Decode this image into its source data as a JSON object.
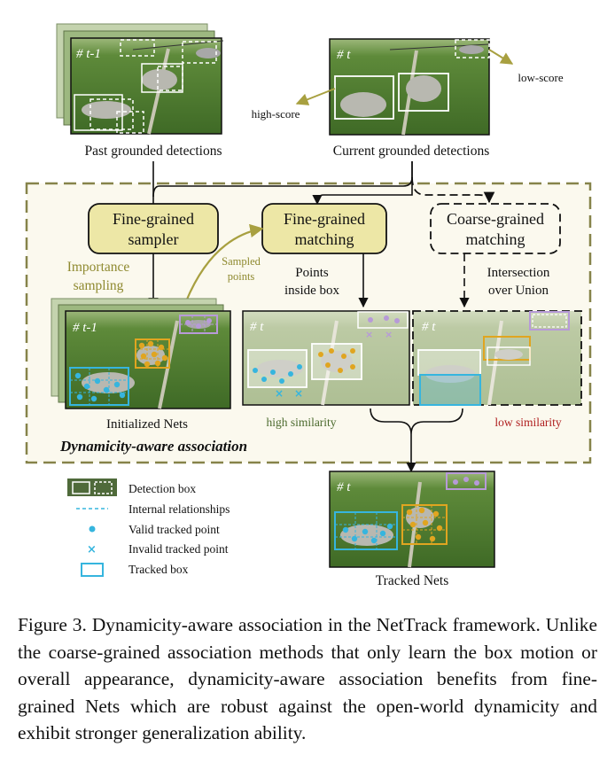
{
  "frames": {
    "past_label": "# t-1",
    "current_label": "# t",
    "init_label": "# t-1",
    "match_label": "# t",
    "coarse_label": "# t",
    "tracked_label": "# t"
  },
  "labels": {
    "past_detections": "Past grounded detections",
    "current_detections": "Current grounded detections",
    "high_score": "high-score",
    "low_score": "low-score",
    "importance_sampling_1": "Importance",
    "importance_sampling_2": "sampling",
    "sampled_points_1": "Sampled",
    "sampled_points_2": "points",
    "points_inside_1": "Points",
    "points_inside_2": "inside box",
    "iou_1": "Intersection",
    "iou_2": "over Union",
    "initialized_nets": "Initialized Nets",
    "high_similarity": "high similarity",
    "low_similarity": "low similarity",
    "section_title": "Dynamicity-aware association",
    "tracked_nets": "Tracked Nets"
  },
  "boxes": {
    "sampler_1": "Fine-grained",
    "sampler_2": "sampler",
    "fine_matching_1": "Fine-grained",
    "fine_matching_2": "matching",
    "coarse_matching_1": "Coarse-grained",
    "coarse_matching_2": "matching"
  },
  "legend": {
    "detection_box": "Detection box",
    "internal_relationships": "Internal relationships",
    "valid_point": "Valid tracked point",
    "invalid_point": "Invalid tracked point",
    "tracked_box": "Tracked box"
  },
  "caption": "Figure 3.  Dynamicity-aware association in the NetTrack framework.  Unlike the coarse-grained association methods that only learn the box motion or overall appearance, dynamicity-aware association benefits from fine-grained Nets which are robust against the open-world dynamicity and exhibit stronger generalization ability.",
  "colors": {
    "node_fill": "#ede7a6",
    "section_fill": "#fbf9ee",
    "section_border": "#86834a",
    "arrow_olive": "#a8a040",
    "tracked_cyan": "#36b5de",
    "valid_yellow": "#e0a520",
    "purple": "#b79ad8",
    "low_similarity_red": "#b02020",
    "high_similarity_green": "#4b6a2d"
  }
}
